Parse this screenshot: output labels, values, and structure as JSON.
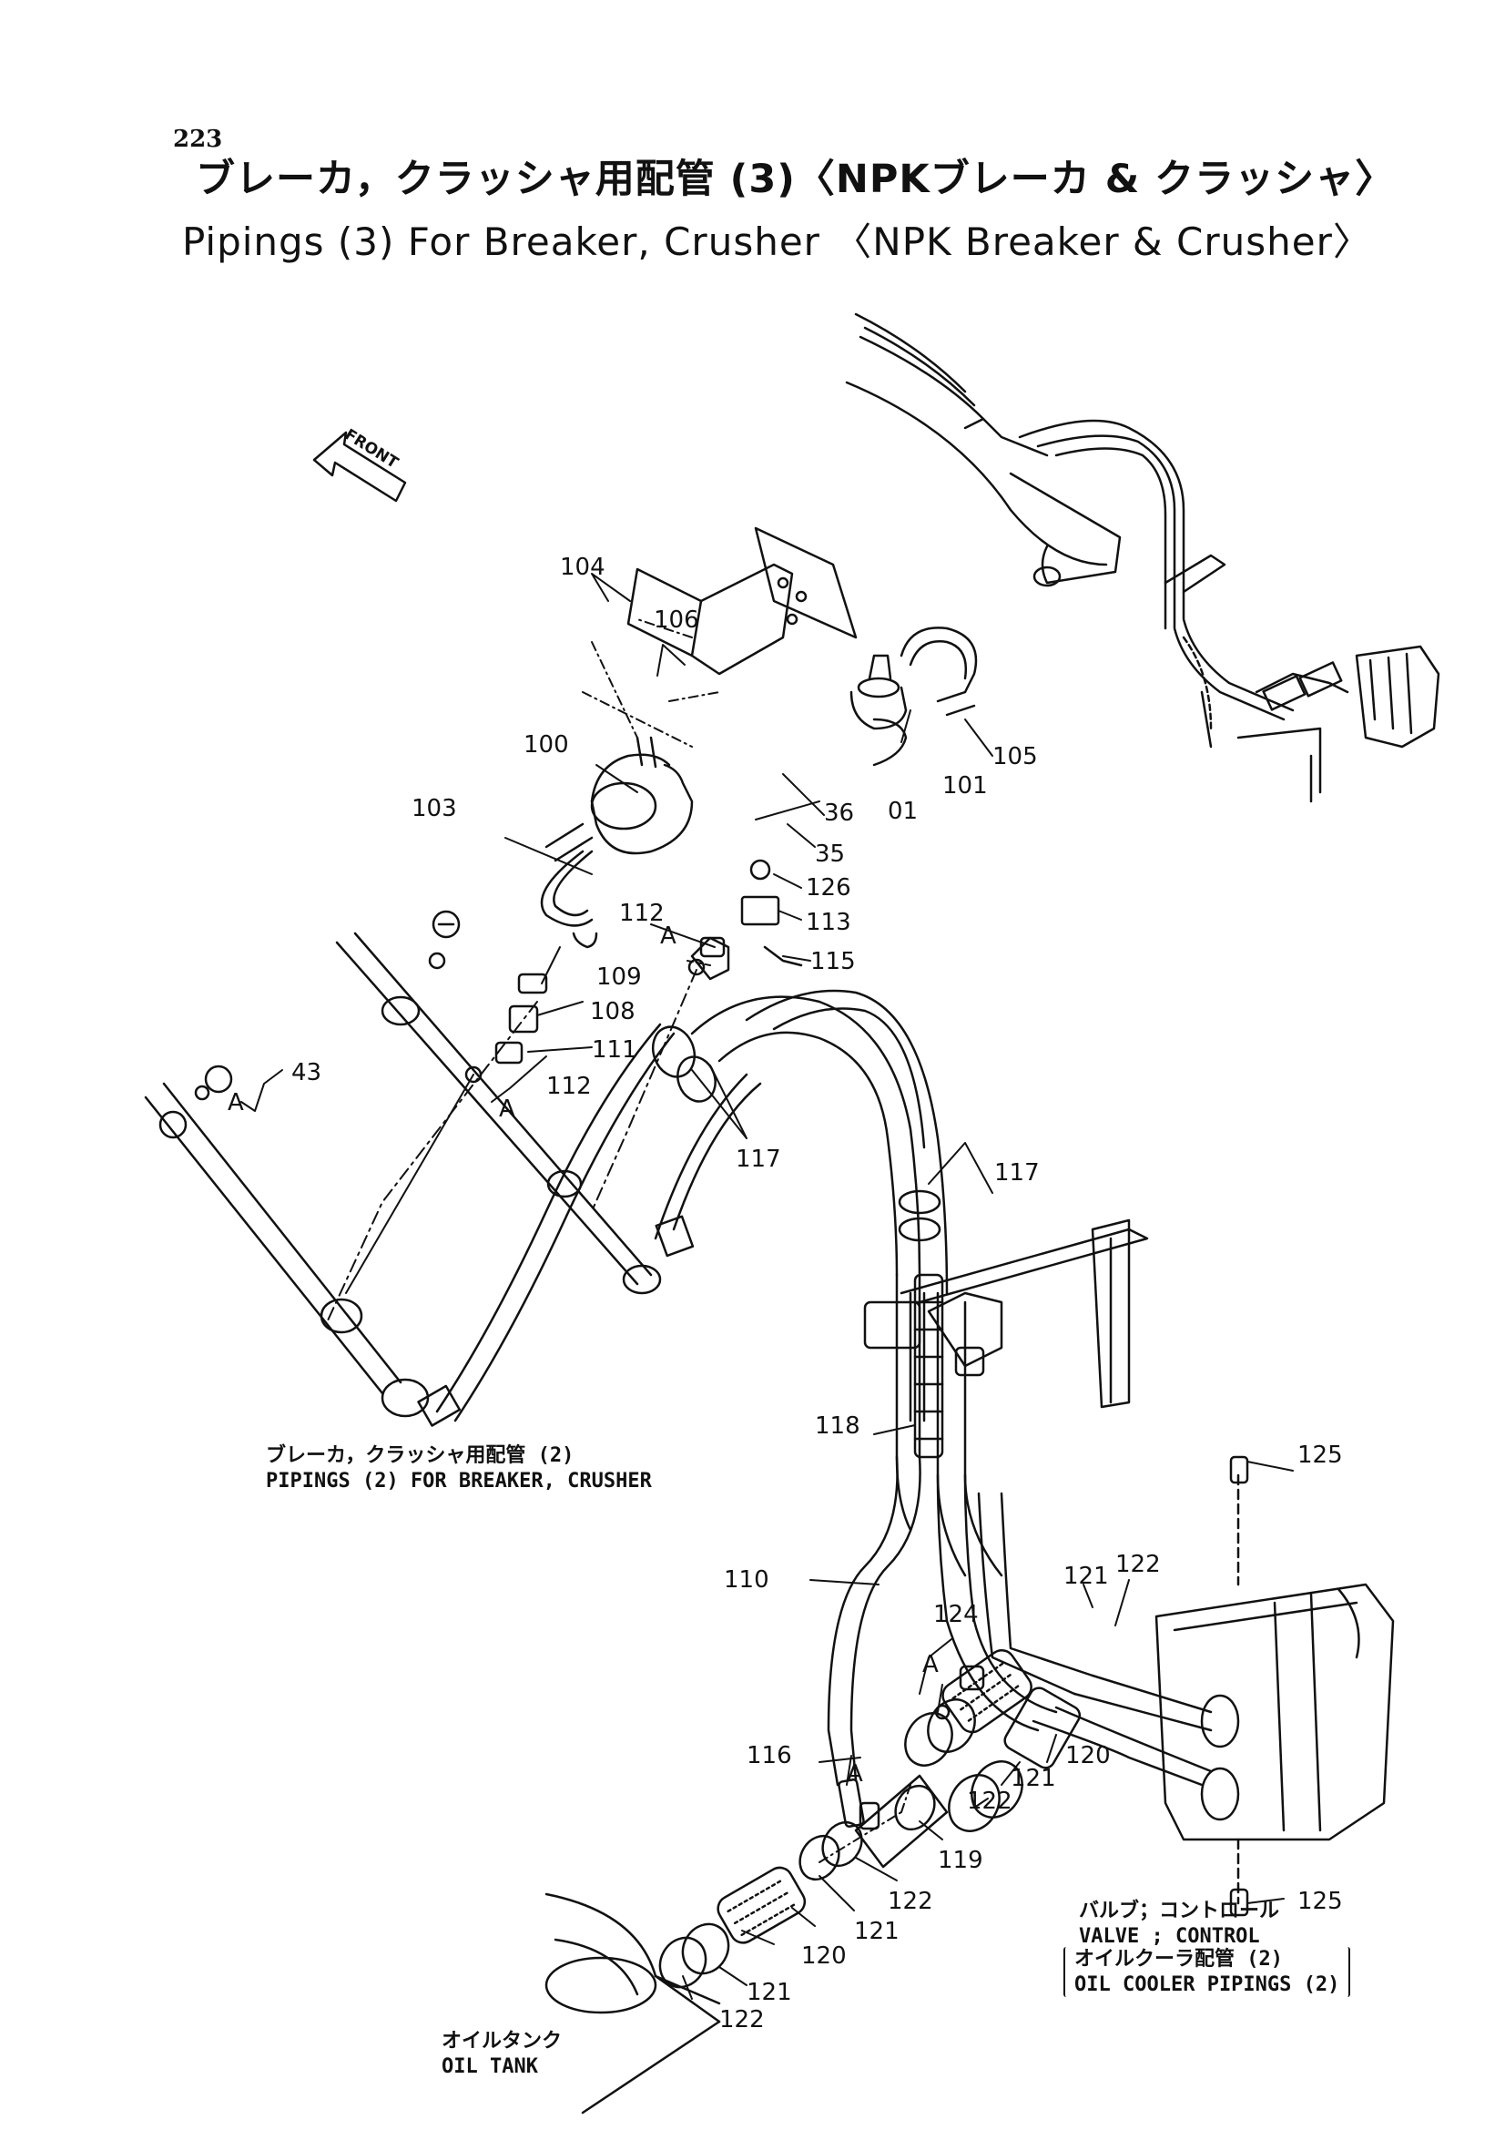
{
  "header": {
    "page_number": "223",
    "title_jp": "ブレーカ，クラッシャ用配管 (3)〈NPKブレーカ & クラッシャ〉",
    "title_en": "Pipings (3) For Breaker, Crusher 〈NPK Breaker & Crusher〉"
  },
  "front_label": "FRONT",
  "callouts": {
    "c104": "104",
    "c106": "106",
    "c100": "100",
    "c101": "101",
    "c105": "105",
    "c103": "103",
    "c36": "36",
    "c01": "01",
    "c35": "35",
    "c126": "126",
    "c112a": "112",
    "c113": "113",
    "c115": "115",
    "c109": "109",
    "c108": "108",
    "c111": "111",
    "c112b": "112",
    "c43": "43",
    "c117a": "117",
    "c117b": "117",
    "c118": "118",
    "c125a": "125",
    "c122a": "122",
    "c121a": "121",
    "c110": "110",
    "c124": "124",
    "c116": "116",
    "c120a": "120",
    "c121b": "121",
    "c122b": "122",
    "c119": "119",
    "c122c": "122",
    "c125b": "125",
    "c121c": "121",
    "c120b": "120",
    "c121d": "121",
    "c122d": "122",
    "a1": "A",
    "a2": "A",
    "a3": "A",
    "a4": "A",
    "a5": "A"
  },
  "notes": {
    "breaker_jp": "ブレーカ，クラッシャ用配管 (2)",
    "breaker_en": "PIPINGS (2) FOR  BREAKER, CRUSHER",
    "valve_jp": "バルブ；コントロール",
    "valve_en": "VALVE ; CONTROL",
    "oilcooler_jp": "オイルクーラ配管 (2)",
    "oilcooler_en": "OIL  COOLER  PIPINGS (2)",
    "tank_jp": "オイルタンク",
    "tank_en": "OIL  TANK"
  }
}
